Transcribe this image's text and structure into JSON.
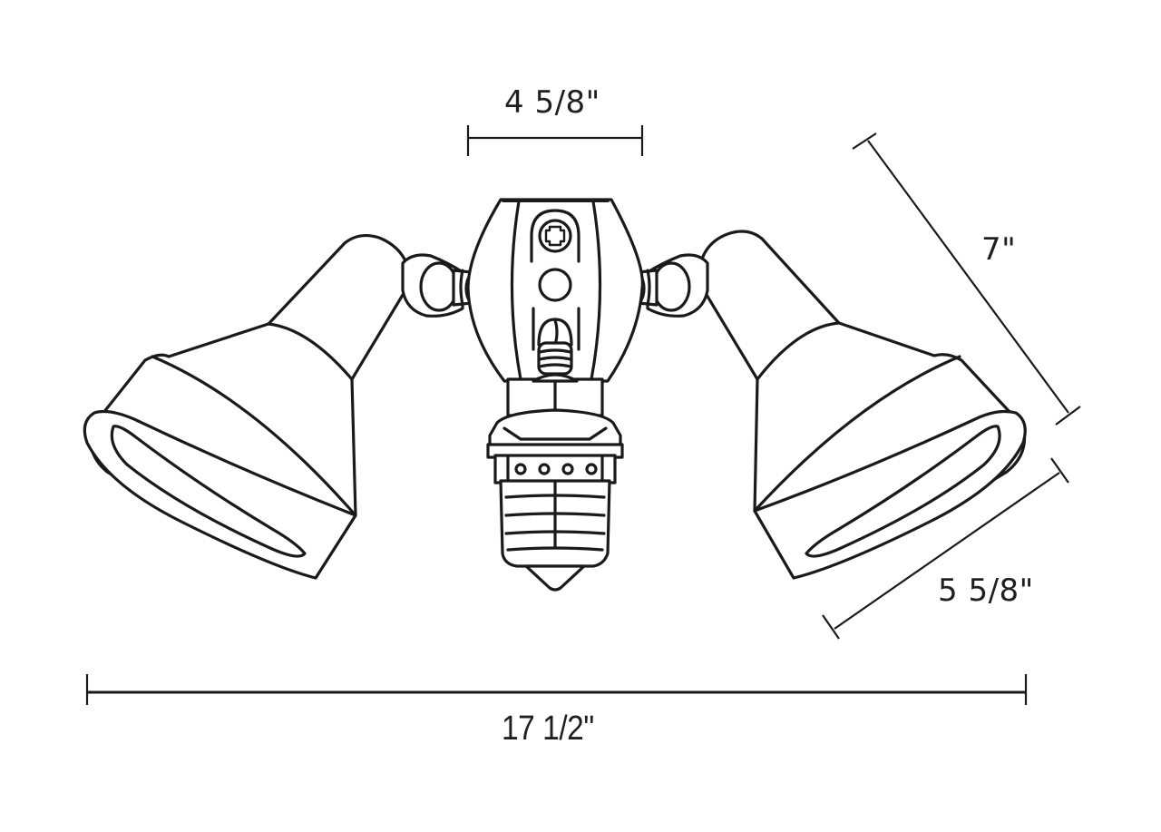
{
  "diagram": {
    "subject": "Twin-head flood light with motion sensor",
    "line_color": "#1a1a1a",
    "background_color": "#ffffff",
    "dimensions": {
      "mount_width": {
        "label": "4 5/8\"",
        "orientation": "horizontal",
        "position": "top-center"
      },
      "head_length": {
        "label": "7\"",
        "orientation": "diagonal",
        "position": "right-upper"
      },
      "head_diameter": {
        "label": "5 5/8\"",
        "orientation": "diagonal",
        "position": "right-lower"
      },
      "overall_width": {
        "label": "17 1/2\"",
        "orientation": "horizontal",
        "position": "bottom"
      }
    },
    "parts": [
      {
        "name": "left-lamp-head"
      },
      {
        "name": "right-lamp-head"
      },
      {
        "name": "mounting-plate",
        "details": [
          "phillips-screw",
          "center-hole"
        ]
      },
      {
        "name": "left-swivel-knuckle"
      },
      {
        "name": "right-swivel-knuckle"
      },
      {
        "name": "motion-sensor",
        "indicator_dots": 4
      }
    ]
  }
}
